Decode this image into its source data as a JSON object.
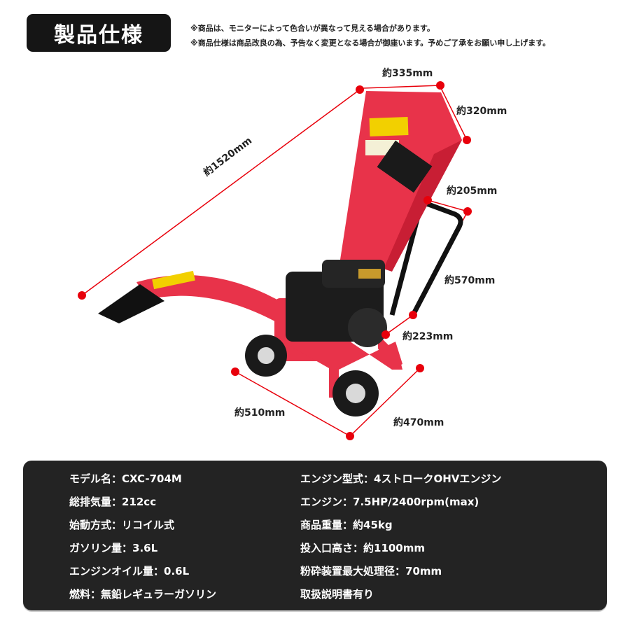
{
  "header": {
    "title": "製品仕様",
    "notes": [
      "※商品は、モニターによって色合いが異なって見える場合があります。",
      "※商品仕様は商品改良の為、予告なく変更となる場合が御座います。予めご了承をお願い申し上げます。"
    ]
  },
  "dimensions": {
    "top_width": "約335mm",
    "top_depth": "約320mm",
    "total_length": "約1520mm",
    "handle_width": "約205mm",
    "handle_height": "約570mm",
    "handle_offset": "約223mm",
    "base_width": "約510mm",
    "base_depth": "約470mm"
  },
  "colors": {
    "body_red": "#e8334a",
    "marker_red": "#e8000b",
    "panel_bg": "#232323"
  },
  "specs": {
    "left": [
      "モデル名：CXC-704M",
      "総排気量：212cc",
      "始動方式：リコイル式",
      "ガソリン量：3.6L",
      "エンジンオイル量：0.6L",
      "燃料：無鉛レギュラーガソリン"
    ],
    "right": [
      "エンジン型式：4ストロークOHVエンジン",
      "エンジン：7.5HP/2400rpm(max)",
      "商品重量：約45kg",
      "投入口高さ：約1100mm",
      "粉砕装置最大処理径：70mm",
      "取扱説明書有り"
    ]
  }
}
